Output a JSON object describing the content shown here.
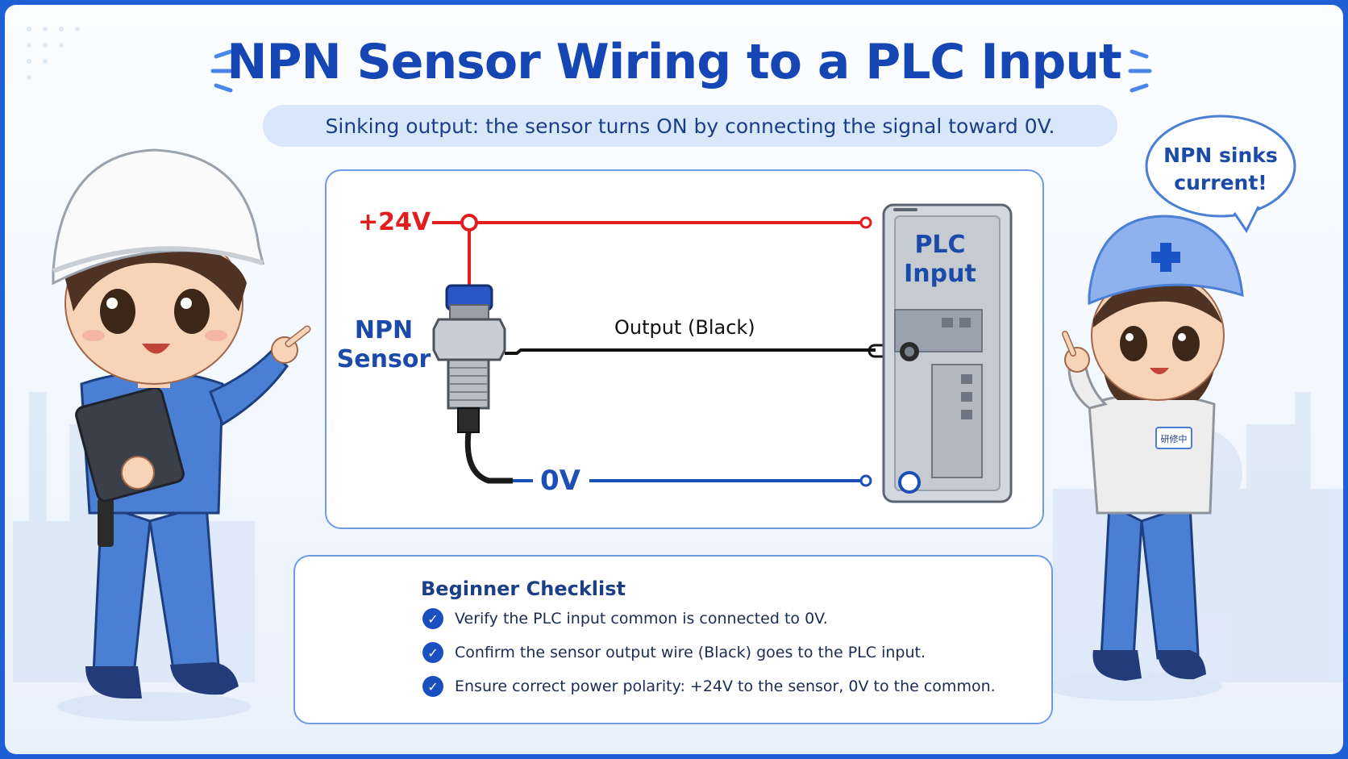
{
  "title": "NPN Sensor Wiring to a PLC Input",
  "subtitle": "Sinking output: the sensor turns ON by connecting the signal toward 0V.",
  "diagram": {
    "positive_supply_label": "+24V",
    "zero_volt_label": "0V",
    "sensor_label_line1": "NPN",
    "sensor_label_line2": "Sensor",
    "output_wire_label": "Output (Black)",
    "plc_label_line1": "PLC",
    "plc_label_line2": "Input"
  },
  "checklist": {
    "title": "Beginner Checklist",
    "items": [
      "Verify the PLC input common is connected to 0V.",
      "Confirm the sensor output wire (Black) goes to the PLC input.",
      "Ensure correct power polarity: +24V to the sensor, 0V to the common."
    ]
  },
  "speech_bubble": {
    "line1": "NPN sinks",
    "line2": "current!"
  },
  "badge_text": "研修中",
  "colors": {
    "title": "#1546b3",
    "positive_wire": "#e21d1d",
    "zero_volt_wire": "#1d4fb8",
    "signal_wire": "#111111",
    "frame_border": "#1f5fd6",
    "uniform_blue": "#4a7fd4"
  }
}
